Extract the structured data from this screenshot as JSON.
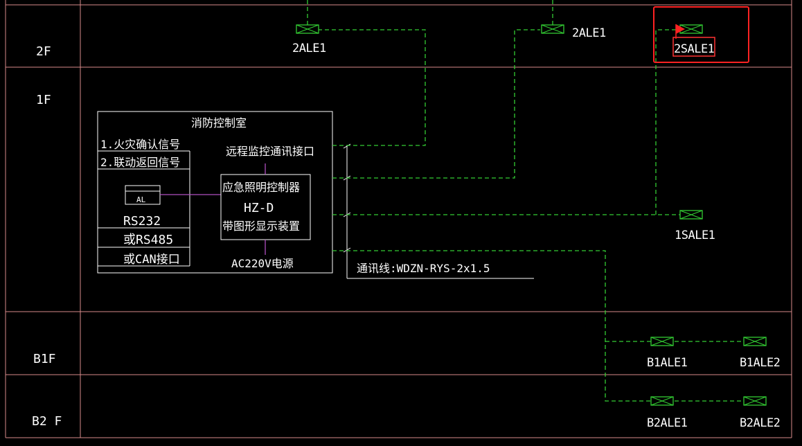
{
  "floors": {
    "f2": "2F",
    "f1": "1F",
    "b1": "B1F",
    "b2": "B2 F"
  },
  "control_room": {
    "title": "消防控制室",
    "signal_1": "1.火灾确认信号",
    "signal_2": "2.联动返回信号",
    "al_label": "AL",
    "rs232": "RS232",
    "rs485": "或RS485",
    "can": "或CAN接口",
    "remote_interface": "远程监控通讯接口",
    "controller_line1": "应急照明控制器",
    "controller_line2": "HZ-D",
    "controller_line3": "带图形显示装置",
    "power": "AC220V电源"
  },
  "cable_label": "通讯线:WDZN-RYS-2x1.5",
  "devices": {
    "d1": "2ALE1",
    "d2": "2ALE1",
    "d3": "2SALE1",
    "d4": "1SALE1",
    "d5": "B1ALE1",
    "d6": "B1ALE2",
    "d7": "B2ALE1",
    "d8": "B2ALE2"
  },
  "colors": {
    "background": "#000000",
    "grid_lines": "#d98a8a",
    "wiring": "#33cc33",
    "highlight": "#ff2222",
    "connector": "#b04fc0"
  }
}
